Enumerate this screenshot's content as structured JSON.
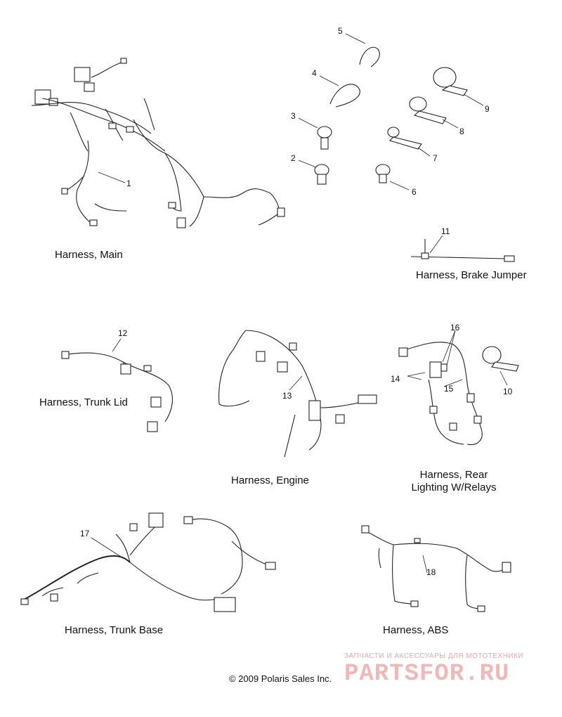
{
  "captions": {
    "main": "Harness, Main",
    "brake_jumper": "Harness, Brake Jumper",
    "trunk_lid": "Harness, Trunk Lid",
    "engine": "Harness, Engine",
    "rear_lighting_line1": "Harness, Rear",
    "rear_lighting_line2": "Lighting W/Relays",
    "trunk_base": "Harness, Trunk Base",
    "abs": "Harness, ABS"
  },
  "callouts": [
    "1",
    "2",
    "3",
    "4",
    "5",
    "6",
    "7",
    "8",
    "9",
    "10",
    "11",
    "12",
    "13",
    "14",
    "15",
    "16",
    "17",
    "18"
  ],
  "copyright": "© 2009 Polaris Sales Inc.",
  "watermark": {
    "tagline": "ЗАПЧАСТИ И АКСЕССУАРЫ ДЛЯ МОТОТЕХНИКИ",
    "brand": "PARTSFOR.RU"
  }
}
